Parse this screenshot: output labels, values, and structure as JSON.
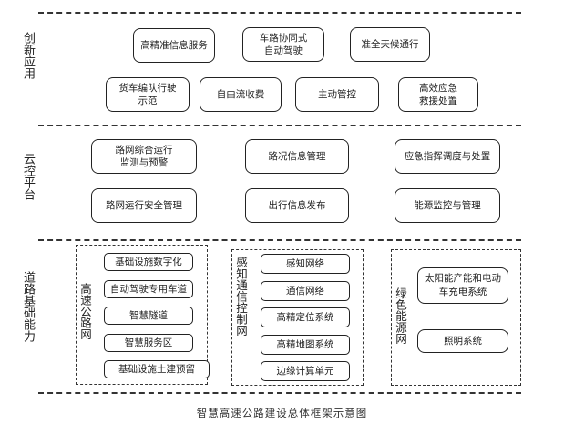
{
  "layers": {
    "innovation": {
      "title": "创新应用",
      "boxes": [
        "高精准信息服务",
        "车路协同式\n自动驾驶",
        "准全天候通行",
        "货车编队行驶\n示范",
        "自由流收费",
        "主动管控",
        "高效应急\n救援处置"
      ]
    },
    "cloud": {
      "title": "云控平台",
      "boxes": [
        "路网综合运行\n监测与预警",
        "路况信息管理",
        "应急指挥调度与处置",
        "路网运行安全管理",
        "出行信息发布",
        "能源监控与管理"
      ]
    },
    "road": {
      "title": "道路基础能力",
      "groups": [
        {
          "title": "高速公路网",
          "boxes": [
            "基础设施数字化",
            "自动驾驶专用车道",
            "智慧隧道",
            "智慧服务区",
            "基础设施土建预留"
          ]
        },
        {
          "title": "感知通信控制网",
          "boxes": [
            "感知网络",
            "通信网络",
            "高精定位系统",
            "高精地图系统",
            "边缘计算单元"
          ]
        },
        {
          "title": "绿色能源网",
          "boxes": [
            "太阳能产能和电动\n车充电系统",
            "照明系统"
          ]
        }
      ]
    }
  },
  "caption": "智慧高速公路建设总体框架示意图"
}
